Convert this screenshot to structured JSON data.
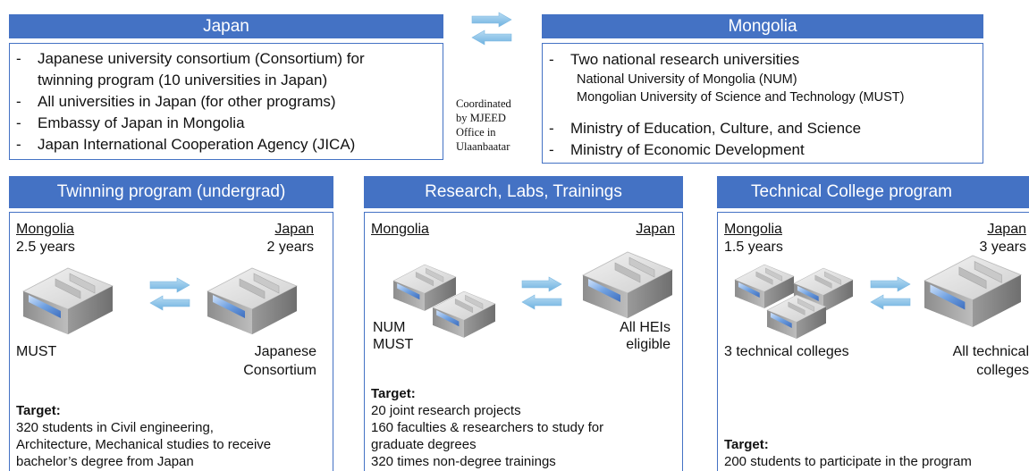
{
  "japan": {
    "title": "Japan",
    "items": [
      "Japanese university consortium (Consortium) for",
      "twinning program (10 universities in Japan)",
      "All universities in Japan (for other programs)",
      "Embassy of Japan in Mongolia",
      "Japan International Cooperation Agency (JICA)"
    ],
    "dash": "-"
  },
  "mongolia": {
    "title": "Mongolia",
    "item1": "Two national research universities",
    "sub1": "National University of Mongolia (NUM)",
    "sub2": "Mongolian University of Science and Technology (MUST)",
    "item2": "Ministry of Education, Culture, and Science",
    "item3": "Ministry of Economic Development",
    "dash": "-"
  },
  "coordinator": [
    "Coordinated",
    "by MJEED",
    "Office in",
    "Ulaanbaatar"
  ],
  "twinning": {
    "title": "Twinning program (undergrad)",
    "left_country": "Mongolia",
    "left_duration": "2.5 years",
    "right_country": "Japan",
    "right_duration": "2 years",
    "left_label": "MUST",
    "right_label_1": "Japanese",
    "right_label_2": "Consortium",
    "target_label": "Target:",
    "target_lines": [
      "320 students in Civil engineering,",
      "Architecture, Mechanical studies to receive",
      "bachelor’s degree from Japan"
    ]
  },
  "research": {
    "title": "Research, Labs, Trainings",
    "left_country": "Mongolia",
    "right_country": "Japan",
    "left_label_1": "NUM",
    "left_label_2": "MUST",
    "right_label_1": "All HEIs",
    "right_label_2": "eligible",
    "target_label": "Target:",
    "target_lines": [
      "20 joint research projects",
      "160 faculties & researchers to study for",
      "graduate degrees",
      "320 times non-degree trainings"
    ]
  },
  "technical": {
    "title": "Technical College program",
    "left_country": "Mongolia",
    "left_duration": "1.5 years",
    "right_country": "Japan",
    "right_duration": "3 years",
    "left_label": "3 technical colleges",
    "right_label_1": "All technical",
    "right_label_2": "colleges",
    "target_label": "Target:",
    "target_line": "200 students to participate in the program"
  },
  "colors": {
    "header": "#4472c4",
    "arrow": "#8cc3e6",
    "building_top": "#e4e4e4",
    "building_blue": "#5b8fd6"
  },
  "icons": [
    "exchange-arrows-icon",
    "building-icon"
  ]
}
